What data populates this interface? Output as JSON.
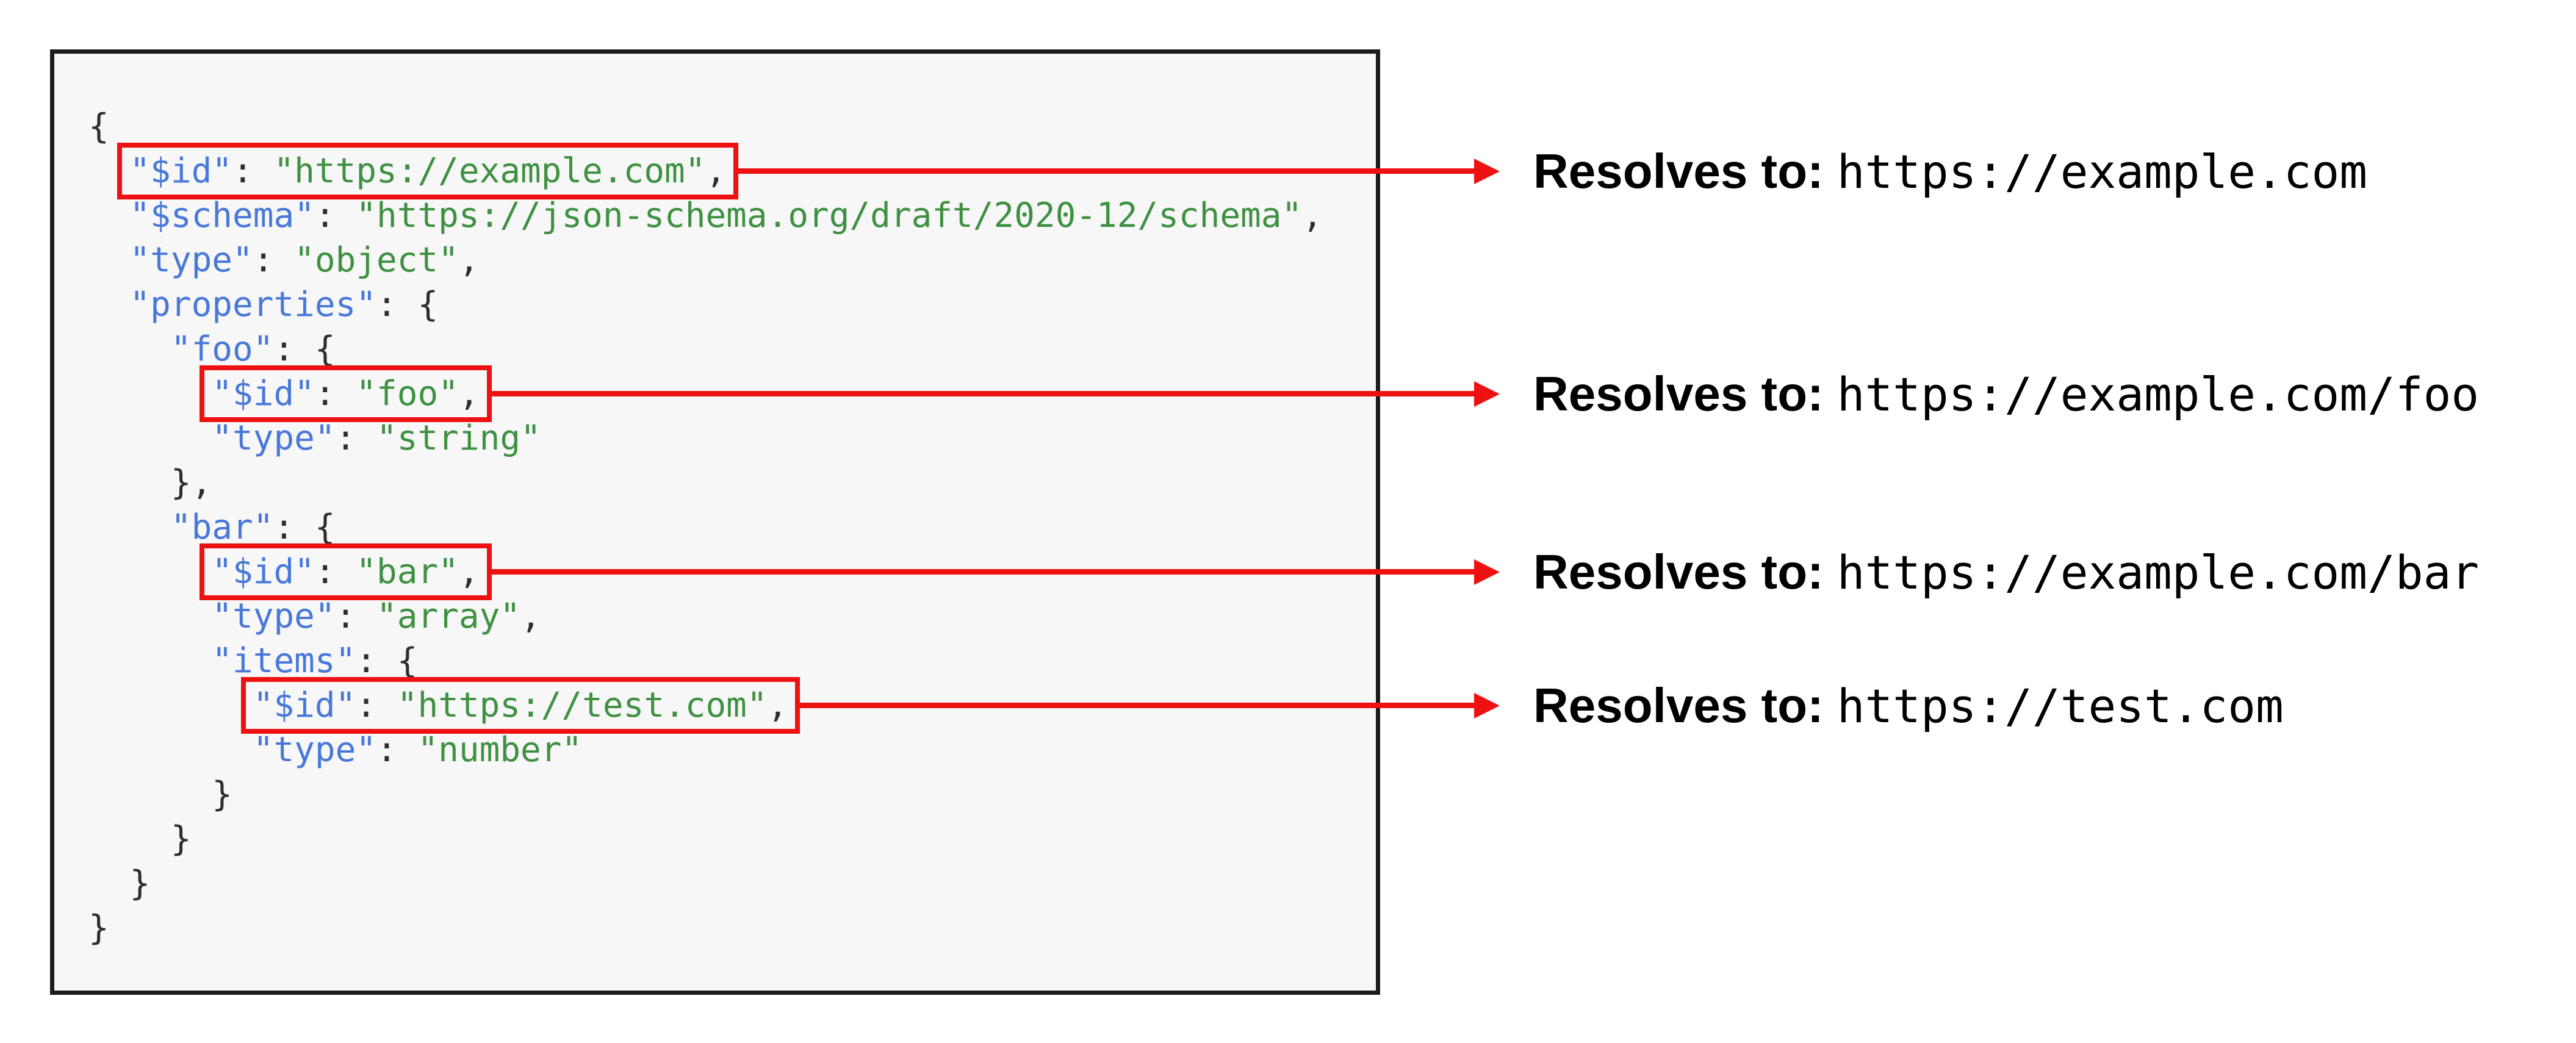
{
  "colors": {
    "key": "#4878d8",
    "string": "#3f9142",
    "punct": "#2d2d2d",
    "accent_red": "#ee1111",
    "code_bg": "#f7f7f8",
    "code_border": "#1b1b1b"
  },
  "code_panel": {
    "language": "json",
    "lines": [
      {
        "indent": 0,
        "boxed": false,
        "tokens": [
          [
            "punct",
            "{"
          ]
        ]
      },
      {
        "indent": 2,
        "boxed": true,
        "tokens": [
          [
            "key",
            "\"$id\""
          ],
          [
            "punct",
            ": "
          ],
          [
            "str",
            "\"https://example.com\""
          ],
          [
            "punct",
            ","
          ]
        ]
      },
      {
        "indent": 2,
        "boxed": false,
        "tokens": [
          [
            "key",
            "\"$schema\""
          ],
          [
            "punct",
            ": "
          ],
          [
            "str",
            "\"https://json-schema.org/draft/2020-12/schema\""
          ],
          [
            "punct",
            ","
          ]
        ]
      },
      {
        "indent": 2,
        "boxed": false,
        "tokens": [
          [
            "key",
            "\"type\""
          ],
          [
            "punct",
            ": "
          ],
          [
            "str",
            "\"object\""
          ],
          [
            "punct",
            ","
          ]
        ]
      },
      {
        "indent": 2,
        "boxed": false,
        "tokens": [
          [
            "key",
            "\"properties\""
          ],
          [
            "punct",
            ": {"
          ]
        ]
      },
      {
        "indent": 4,
        "boxed": false,
        "tokens": [
          [
            "key",
            "\"foo\""
          ],
          [
            "punct",
            ": {"
          ]
        ]
      },
      {
        "indent": 6,
        "boxed": true,
        "tokens": [
          [
            "key",
            "\"$id\""
          ],
          [
            "punct",
            ": "
          ],
          [
            "str",
            "\"foo\""
          ],
          [
            "punct",
            ","
          ]
        ]
      },
      {
        "indent": 6,
        "boxed": false,
        "tokens": [
          [
            "key",
            "\"type\""
          ],
          [
            "punct",
            ": "
          ],
          [
            "str",
            "\"string\""
          ]
        ]
      },
      {
        "indent": 4,
        "boxed": false,
        "tokens": [
          [
            "punct",
            "},"
          ]
        ]
      },
      {
        "indent": 4,
        "boxed": false,
        "tokens": [
          [
            "key",
            "\"bar\""
          ],
          [
            "punct",
            ": {"
          ]
        ]
      },
      {
        "indent": 6,
        "boxed": true,
        "tokens": [
          [
            "key",
            "\"$id\""
          ],
          [
            "punct",
            ": "
          ],
          [
            "str",
            "\"bar\""
          ],
          [
            "punct",
            ","
          ]
        ]
      },
      {
        "indent": 6,
        "boxed": false,
        "tokens": [
          [
            "key",
            "\"type\""
          ],
          [
            "punct",
            ": "
          ],
          [
            "str",
            "\"array\""
          ],
          [
            "punct",
            ","
          ]
        ]
      },
      {
        "indent": 6,
        "boxed": false,
        "tokens": [
          [
            "key",
            "\"items\""
          ],
          [
            "punct",
            ": {"
          ]
        ]
      },
      {
        "indent": 8,
        "boxed": true,
        "tokens": [
          [
            "key",
            "\"$id\""
          ],
          [
            "punct",
            ": "
          ],
          [
            "str",
            "\"https://test.com\""
          ],
          [
            "punct",
            ","
          ]
        ]
      },
      {
        "indent": 8,
        "boxed": false,
        "tokens": [
          [
            "key",
            "\"type\""
          ],
          [
            "punct",
            ": "
          ],
          [
            "str",
            "\"number\""
          ]
        ]
      },
      {
        "indent": 6,
        "boxed": false,
        "tokens": [
          [
            "punct",
            "}"
          ]
        ]
      },
      {
        "indent": 4,
        "boxed": false,
        "tokens": [
          [
            "punct",
            "}"
          ]
        ]
      },
      {
        "indent": 2,
        "boxed": false,
        "tokens": [
          [
            "punct",
            "}"
          ]
        ]
      },
      {
        "indent": 0,
        "boxed": false,
        "tokens": [
          [
            "punct",
            "}"
          ]
        ]
      }
    ]
  },
  "annotations": [
    {
      "label": "Resolves to:",
      "value": "https://example.com"
    },
    {
      "label": "Resolves to:",
      "value": "https://example.com/foo"
    },
    {
      "label": "Resolves to:",
      "value": "https://example.com/bar"
    },
    {
      "label": "Resolves to:",
      "value": "https://test.com"
    }
  ]
}
